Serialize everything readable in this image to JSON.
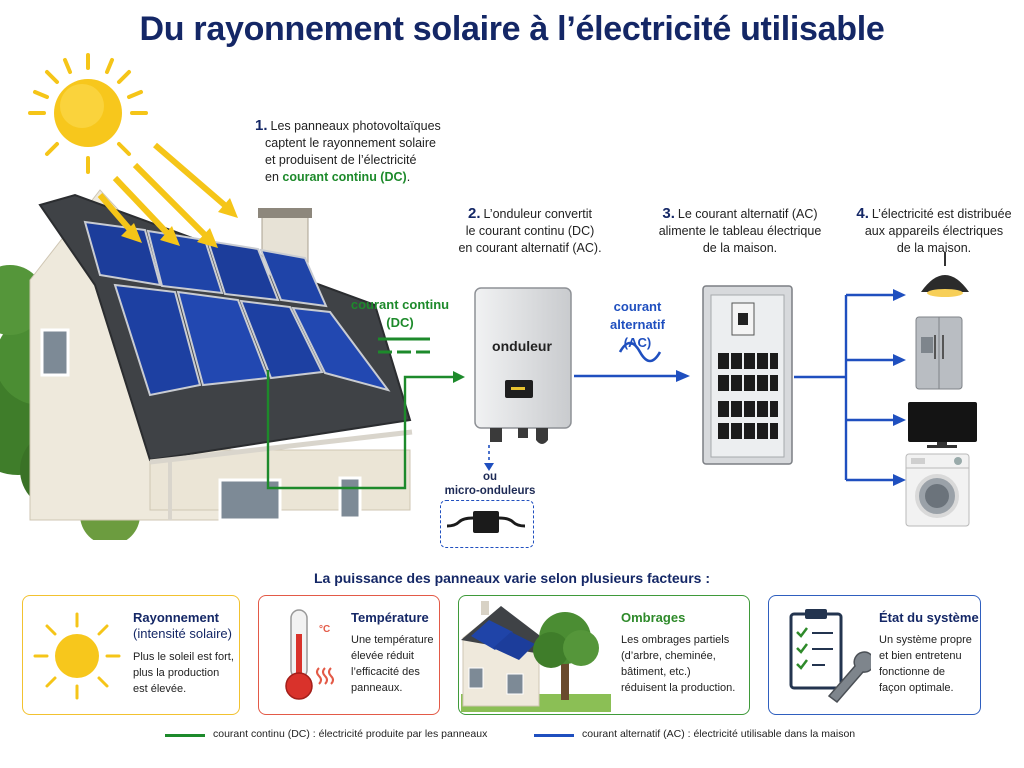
{
  "title": "Du rayonnement solaire à l’électricité utilisable",
  "steps": [
    {
      "num": "1.",
      "line1": "Les panneaux photovoltaïques",
      "line2": "captent le rayonnement solaire",
      "line3": "et produisent de l’électricité",
      "line4_prefix": "en ",
      "line4_highlight": "courant continu (DC)",
      "line4_suffix": "."
    },
    {
      "num": "2.",
      "line1": "L’onduleur convertit",
      "line2": "le courant continu (DC)",
      "line3": "en courant alternatif (AC)."
    },
    {
      "num": "3.",
      "line1": "Le courant alternatif (AC)",
      "line2": "alimente le tableau électrique",
      "line3": "de la maison."
    },
    {
      "num": "4.",
      "line1": "L’électricité est distribuée",
      "line2": "aux appareils électriques",
      "line3": "de la maison."
    }
  ],
  "flow": {
    "dc_label_1": "courant continu",
    "dc_label_2": "(DC)",
    "ac_label_1": "courant alternatif",
    "ac_label_2": "(AC)",
    "inverter_label": "onduleur",
    "alt_or": "ou",
    "alt_label": "micro-onduleurs"
  },
  "factors_title": "La puissance des panneaux varie selon plusieurs facteurs :",
  "cards": [
    {
      "title1": "Rayonnement",
      "title2": "(intensité solaire)",
      "desc": [
        "Plus le soleil est fort,",
        "plus la production",
        "est élevée."
      ],
      "color": "#f2c230"
    },
    {
      "title1": "Température",
      "desc": [
        "Une température",
        "élevée réduit",
        "l’efficacité des",
        "panneaux."
      ],
      "color": "#e35a47",
      "unit": "°C"
    },
    {
      "title1": "Ombrages",
      "desc": [
        "Les ombrages partiels",
        "(d’arbre, cheminée,",
        "bâtiment, etc.)",
        "réduisent la production."
      ],
      "color": "#3f9a3a"
    },
    {
      "title1": "État du système",
      "desc": [
        "Un système propre",
        "et bien entretenu",
        "fonctionne de",
        "façon optimale."
      ],
      "color": "#2f5fbf"
    }
  ],
  "legend": {
    "dc": "courant continu (DC) : électricité produite par les panneaux",
    "ac": "courant alternatif (AC) : électricité utilisable dans la maison"
  },
  "colors": {
    "dc": "#1d8a2b",
    "ac": "#1f4fbf",
    "title": "#142766"
  }
}
